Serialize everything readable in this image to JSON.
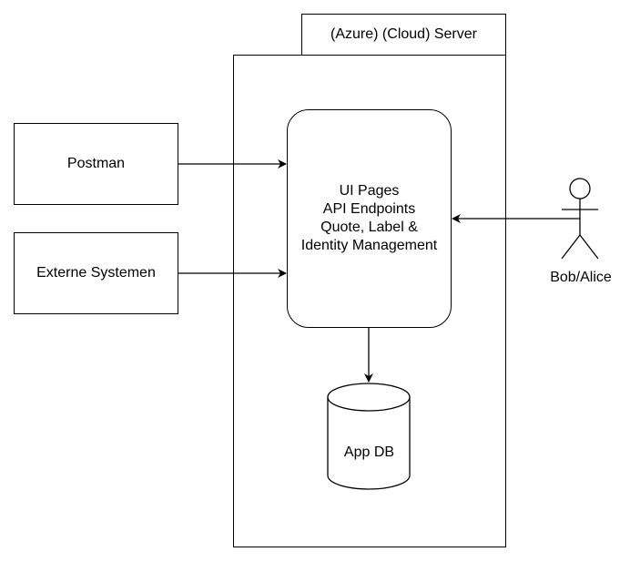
{
  "server": {
    "title": "(Azure) (Cloud) Server"
  },
  "clients": {
    "postman": "Postman",
    "external": "Externe Systemen"
  },
  "core": {
    "lines": [
      "UI Pages",
      "API Endpoints",
      "Quote, Label &",
      "Identity Management"
    ]
  },
  "database": {
    "label": "App DB"
  },
  "actor": {
    "label": "Bob/Alice"
  }
}
